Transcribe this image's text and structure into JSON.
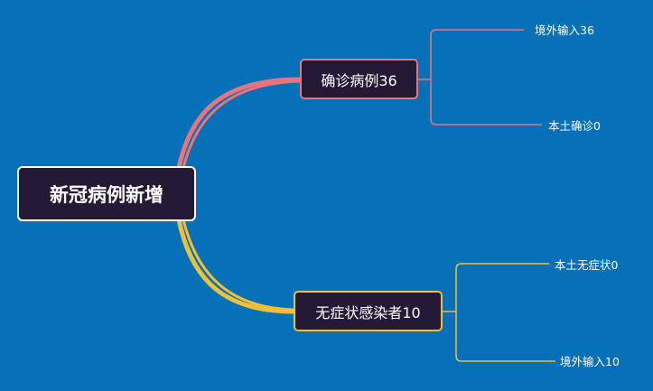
{
  "root": {
    "label": "新冠病例新增"
  },
  "branches": [
    {
      "label": "确诊病例36",
      "color": "#e8757b",
      "children": [
        {
          "label": "境外输入36"
        },
        {
          "label": "本土确诊0"
        }
      ]
    },
    {
      "label": "无症状感染者10",
      "color": "#f0c039",
      "children": [
        {
          "label": "本土无症状0"
        },
        {
          "label": "境外输入10"
        }
      ]
    }
  ],
  "colors": {
    "background": "#0670b8",
    "node_fill": "#241a35",
    "root_border": "#ffffff"
  }
}
